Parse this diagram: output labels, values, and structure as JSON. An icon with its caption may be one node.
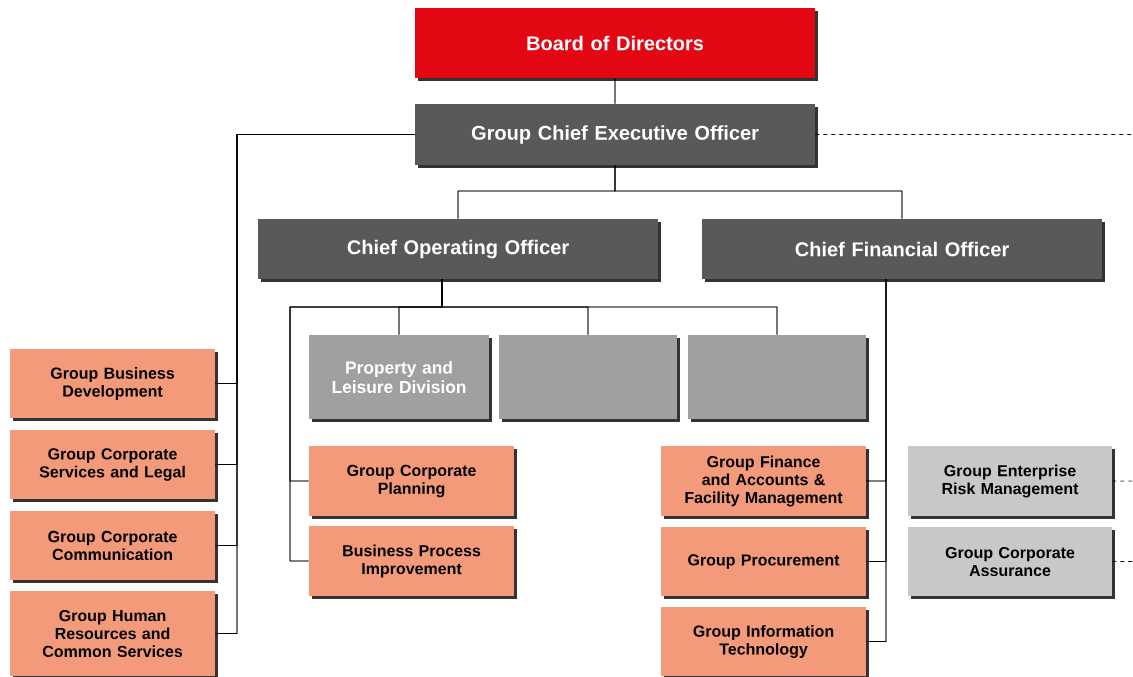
{
  "diagram": {
    "nodes": [
      {
        "text": [
          "Board of Directors"
        ]
      },
      {
        "text": [
          "Group Chief Executive Officer"
        ]
      },
      {
        "text": [
          "Chief Operating Officer"
        ]
      },
      {
        "text": [
          "Chief Financial Officer"
        ]
      },
      {
        "text": [
          "Property and Leisure Division"
        ]
      },
      {
        "text": [],
        "shape": "box"
      },
      {
        "text": [],
        "shape": "box"
      },
      {
        "text": [
          "Group Business Development"
        ]
      },
      {
        "text": [
          "Group Corporate Services and Legal"
        ]
      },
      {
        "text": [
          "Group Corporate Communication"
        ]
      },
      {
        "text": [
          "Group Human Resources and Common Services"
        ]
      },
      {
        "text": [
          "Group Corporate Planning"
        ]
      },
      {
        "text": [
          "Business Process Improvement"
        ]
      },
      {
        "text": [
          "Group Finance and Accounts & Facility Management"
        ]
      },
      {
        "text": [
          "Group Procurement"
        ]
      },
      {
        "text": [
          "Group Information Technology"
        ]
      },
      {
        "text": [
          "Group Enterprise Risk Management"
        ]
      },
      {
        "text": [
          "Group Corporate Assurance"
        ]
      }
    ],
    "edges": [
      {
        "from": 0,
        "to": 1,
        "arrow": "none"
      },
      {
        "from": 1,
        "to": 2,
        "arrow": "none"
      },
      {
        "from": 1,
        "to": 3,
        "arrow": "none"
      },
      {
        "from": 1,
        "to": 7,
        "arrow": "none"
      },
      {
        "from": 1,
        "to": 8,
        "arrow": "none"
      },
      {
        "from": 1,
        "to": 9,
        "arrow": "none"
      },
      {
        "from": 1,
        "to": 10,
        "arrow": "none"
      },
      {
        "from": 2,
        "to": 4,
        "arrow": "none"
      },
      {
        "from": 2,
        "to": 5,
        "arrow": "none"
      },
      {
        "from": 2,
        "to": 6,
        "arrow": "none"
      },
      {
        "from": 2,
        "to": 11,
        "arrow": "none"
      },
      {
        "from": 2,
        "to": 12,
        "arrow": "none"
      },
      {
        "from": 3,
        "to": 13,
        "arrow": "none"
      },
      {
        "from": 3,
        "to": 14,
        "arrow": "none"
      },
      {
        "from": 3,
        "to": 15,
        "arrow": "none"
      },
      {
        "from": 1,
        "to": null,
        "arrow": "none",
        "style": "dashed"
      },
      {
        "from": 16,
        "to": null,
        "arrow": "none",
        "style": "dashed"
      },
      {
        "from": 17,
        "to": null,
        "arrow": "none",
        "style": "dashed"
      }
    ]
  }
}
